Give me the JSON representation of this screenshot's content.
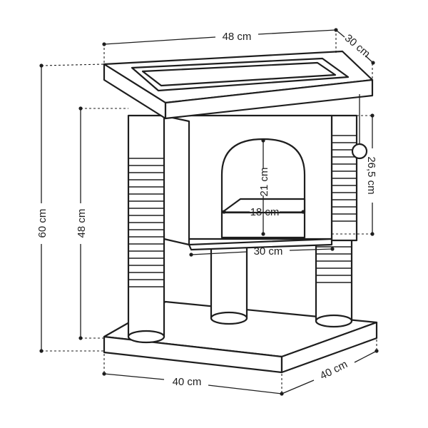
{
  "dimensions": {
    "top_width": "48 cm",
    "top_depth": "30 cm",
    "total_height": "60 cm",
    "post_height": "48 cm",
    "house_height": "26,5 cm",
    "opening_height": "21 cm",
    "opening_width": "18 cm",
    "house_width": "30 cm",
    "base_width": "40 cm",
    "base_depth": "40 cm"
  },
  "colors": {
    "line": "#1e1e1e",
    "fill": "#ffffff"
  }
}
